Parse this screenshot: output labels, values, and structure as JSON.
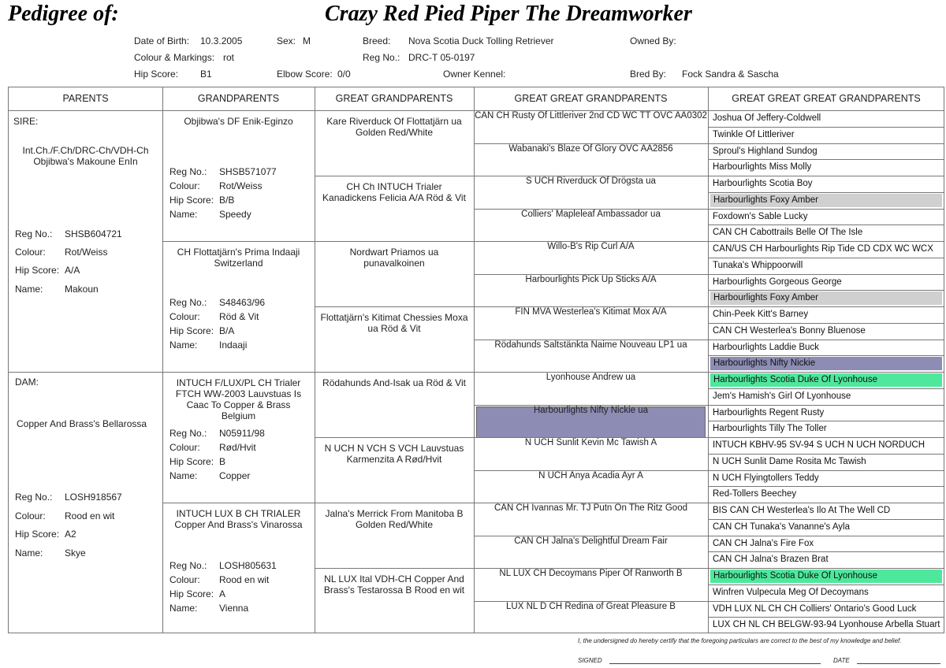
{
  "title_prefix": "Pedigree of:",
  "dog_name": "Crazy Red Pied Piper The Dreamworker",
  "info": {
    "dob_label": "Date of Birth:",
    "dob": "10.3.2005",
    "sex_label": "Sex:",
    "sex": "M",
    "breed_label": "Breed:",
    "breed": "Nova Scotia Duck Tolling Retriever",
    "owned_label": "Owned By:",
    "colour_label": "Colour & Markings:",
    "colour": "rot",
    "regno_label": "Reg No.:",
    "regno": "DRC-T 05-0197",
    "hip_label": "Hip Score:",
    "hip": "B1",
    "elbow_label": "Elbow Score:",
    "elbow": "0/0",
    "kennel_label": "Owner Kennel:",
    "bred_label": "Bred By:",
    "bred": "Fock Sandra & Sascha"
  },
  "columns": [
    "PARENTS",
    "GRANDPARENTS",
    "GREAT GRANDPARENTS",
    "GREAT GREAT GRANDPARENTS",
    "GREAT GREAT GREAT GRANDPARENTS"
  ],
  "field_labels": {
    "reg": "Reg No.:",
    "colour": "Colour:",
    "hip": "Hip Score:",
    "name": "Name:"
  },
  "parents": {
    "sire": {
      "role": "SIRE:",
      "name": "Int.Ch./F.Ch/DRC-Ch/VDH-Ch\nObjibwa's Makoune EnIn",
      "reg": "SHSB604721",
      "colour": "Rot/Weiss",
      "hip": "A/A",
      "call": "Makoun"
    },
    "dam": {
      "role": "DAM:",
      "name": "Copper And Brass's Bellarossa",
      "reg": "LOSH918567",
      "colour": "Rood en wit",
      "hip": "A2",
      "call": "Skye"
    }
  },
  "grandparents": [
    {
      "name": "Objibwa's DF Enik-Eginzo",
      "reg": "SHSB571077",
      "colour": "Rot/Weiss",
      "hip": "B/B",
      "call": "Speedy"
    },
    {
      "name": "CH Flottatjärn's Prima Indaaji\nSwitzerland",
      "reg": "S48463/96",
      "colour": "Röd & Vit",
      "hip": "B/A",
      "call": "Indaaji"
    },
    {
      "name": "INTUCH F/LUX/PL CH Trialer\nFTCH WW-2003 Lauvstuas Is\nCaac To Copper & Brass\nBelgium",
      "reg": "N05911/98",
      "colour": "Rød/Hvit",
      "hip": "B",
      "call": "Copper"
    },
    {
      "name": "INTUCH LUX B CH TRIALER\nCopper And Brass's Vinarossa",
      "reg": "LOSH805631",
      "colour": "Rood en wit",
      "hip": "A",
      "call": "Vienna"
    }
  ],
  "great_grandparents": [
    "Kare Riverduck Of Flottatjärn ua\nGolden Red/White",
    "CH Ch INTUCH Trialer\nKanadickens Felicia A/A Röd & Vit",
    "Nordwart Priamos ua\npunavalkoinen",
    "Flottatjärn's Kitimat Chessies Moxa\nua Röd & Vit",
    "Rödahunds And-Isak ua Röd & Vit",
    "N UCH N VCH S VCH Lauvstuas\nKarmenzita A Rød/Hvit",
    "Jalna's Merrick From Manitoba B\nGolden Red/White",
    "NL LUX Ital VDH-CH Copper And\nBrass's Testarossa B Rood en wit"
  ],
  "great_great_grandparents": [
    "CAN CH Rusty Of Littleriver 2nd CD WC TT OVC AA0302",
    "Wabanaki's Blaze Of Glory  OVC AA2856",
    "S UCH Riverduck Of Drögsta  ua",
    "Colliers' Mapleleaf Ambassador  ua",
    "Willo-B's Rip Curl  A/A",
    "Harbourlights Pick Up Sticks  A/A",
    "FIN MVA Westerlea's Kitimat Mox  A/A",
    "Rödahunds Saltstänkta Naime Nouveau LP1 ua",
    "Lyonhouse Andrew  ua",
    "Harbourlights Nifty Nickie  ua",
    "N UCH Sunlit Kevin Mc Tawish  A",
    "N UCH Anya Acadia Ayr  A",
    "CAN CH Ivannas Mr. TJ Putn On The Ritz  Good",
    "CAN CH Jalna's Delightful Dream  Fair",
    "NL LUX CH Decoymans Piper Of Ranworth  B",
    "LUX NL D CH Redina of Great Pleasure  B"
  ],
  "gggg": [
    "Joshua Of Jeffery-Coldwell",
    "Twinkle Of Littleriver",
    "Sproul's Highland Sundog",
    "Harbourlights Miss Molly",
    "Harbourlights Scotia Boy",
    "Harbourlights Foxy Amber",
    "Foxdown's Sable Lucky",
    "CAN CH Cabottrails Belle Of The Isle",
    "CAN/US CH Harbourlights Rip Tide CD CDX WC WCX",
    "Tunaka's Whippoorwill",
    "Harbourlights Gorgeous George",
    "Harbourlights Foxy Amber",
    "Chin-Peek Kitt's Barney",
    "CAN CH Westerlea's Bonny Bluenose",
    "Harbourlights Laddie Buck",
    "Harbourlights Nifty Nickie",
    "Harbourlights Scotia Duke Of Lyonhouse",
    "Jem's Hamish's Girl Of Lyonhouse",
    "Harbourlights Regent Rusty",
    "Harbourlights Tilly The Toller",
    "INTUCH KBHV-95 SV-94 S UCH N UCH NORDUCH",
    "N UCH Sunlit Dame Rosita Mc Tawish",
    "N UCH Flyingtollers Teddy",
    "Red-Tollers Beechey",
    "BIS CAN CH Westerlea's Ilo At The Well CD",
    "CAN CH Tunaka's Vananne's Ayla",
    "CAN CH Jalna's Fire Fox",
    "CAN CH Jalna's Brazen Brat",
    "Harbourlights Scotia Duke Of Lyonhouse",
    "Winfren Vulpecula Meg Of Decoymans",
    "VDH LUX NL CH CH Colliers' Ontario's Good Luck",
    "LUX CH NL CH BELGW-93-94 Lyonhouse Arbella Stuart"
  ],
  "highlight_colors": {
    "gray": "#d0d0d0",
    "purple": "#8c8cb4",
    "green": "#4ee89c"
  },
  "footer": {
    "certify": "I, the undersigned do hereby certify that the foregoing  particulars are correct to the best of my knowledge and belief.",
    "signed": "SIGNED",
    "date": "DATE"
  }
}
